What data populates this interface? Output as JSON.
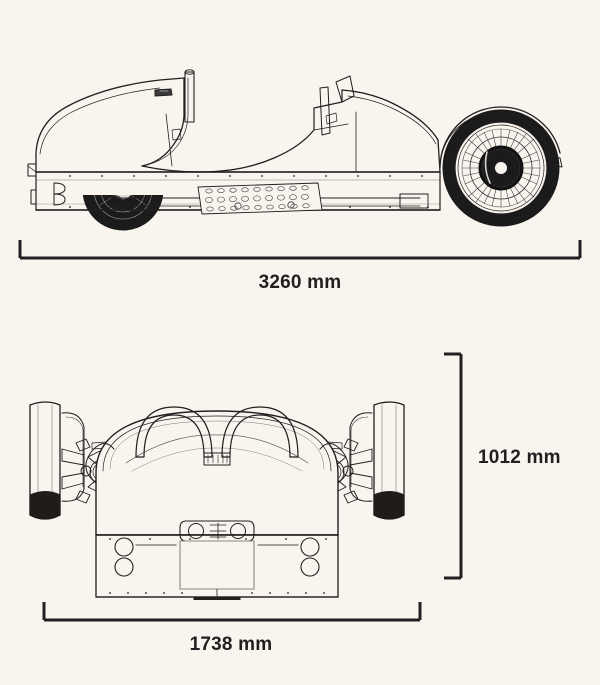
{
  "page": {
    "background_color": "#faf4ee",
    "ink_color": "#231f20",
    "subject": "three-wheeler-vehicle-dimension-drawing"
  },
  "dimensions": {
    "length": {
      "label": "3260 mm",
      "value": 3260,
      "unit": "mm",
      "axis": "horizontal",
      "view": "side"
    },
    "width": {
      "label": "1738 mm",
      "value": 1738,
      "unit": "mm",
      "axis": "horizontal",
      "view": "front"
    },
    "height": {
      "label": "1012 mm",
      "value": 1012,
      "unit": "mm",
      "axis": "vertical",
      "view": "front"
    }
  },
  "views": {
    "side": {
      "name": "side-elevation"
    },
    "front": {
      "name": "front-elevation"
    }
  }
}
